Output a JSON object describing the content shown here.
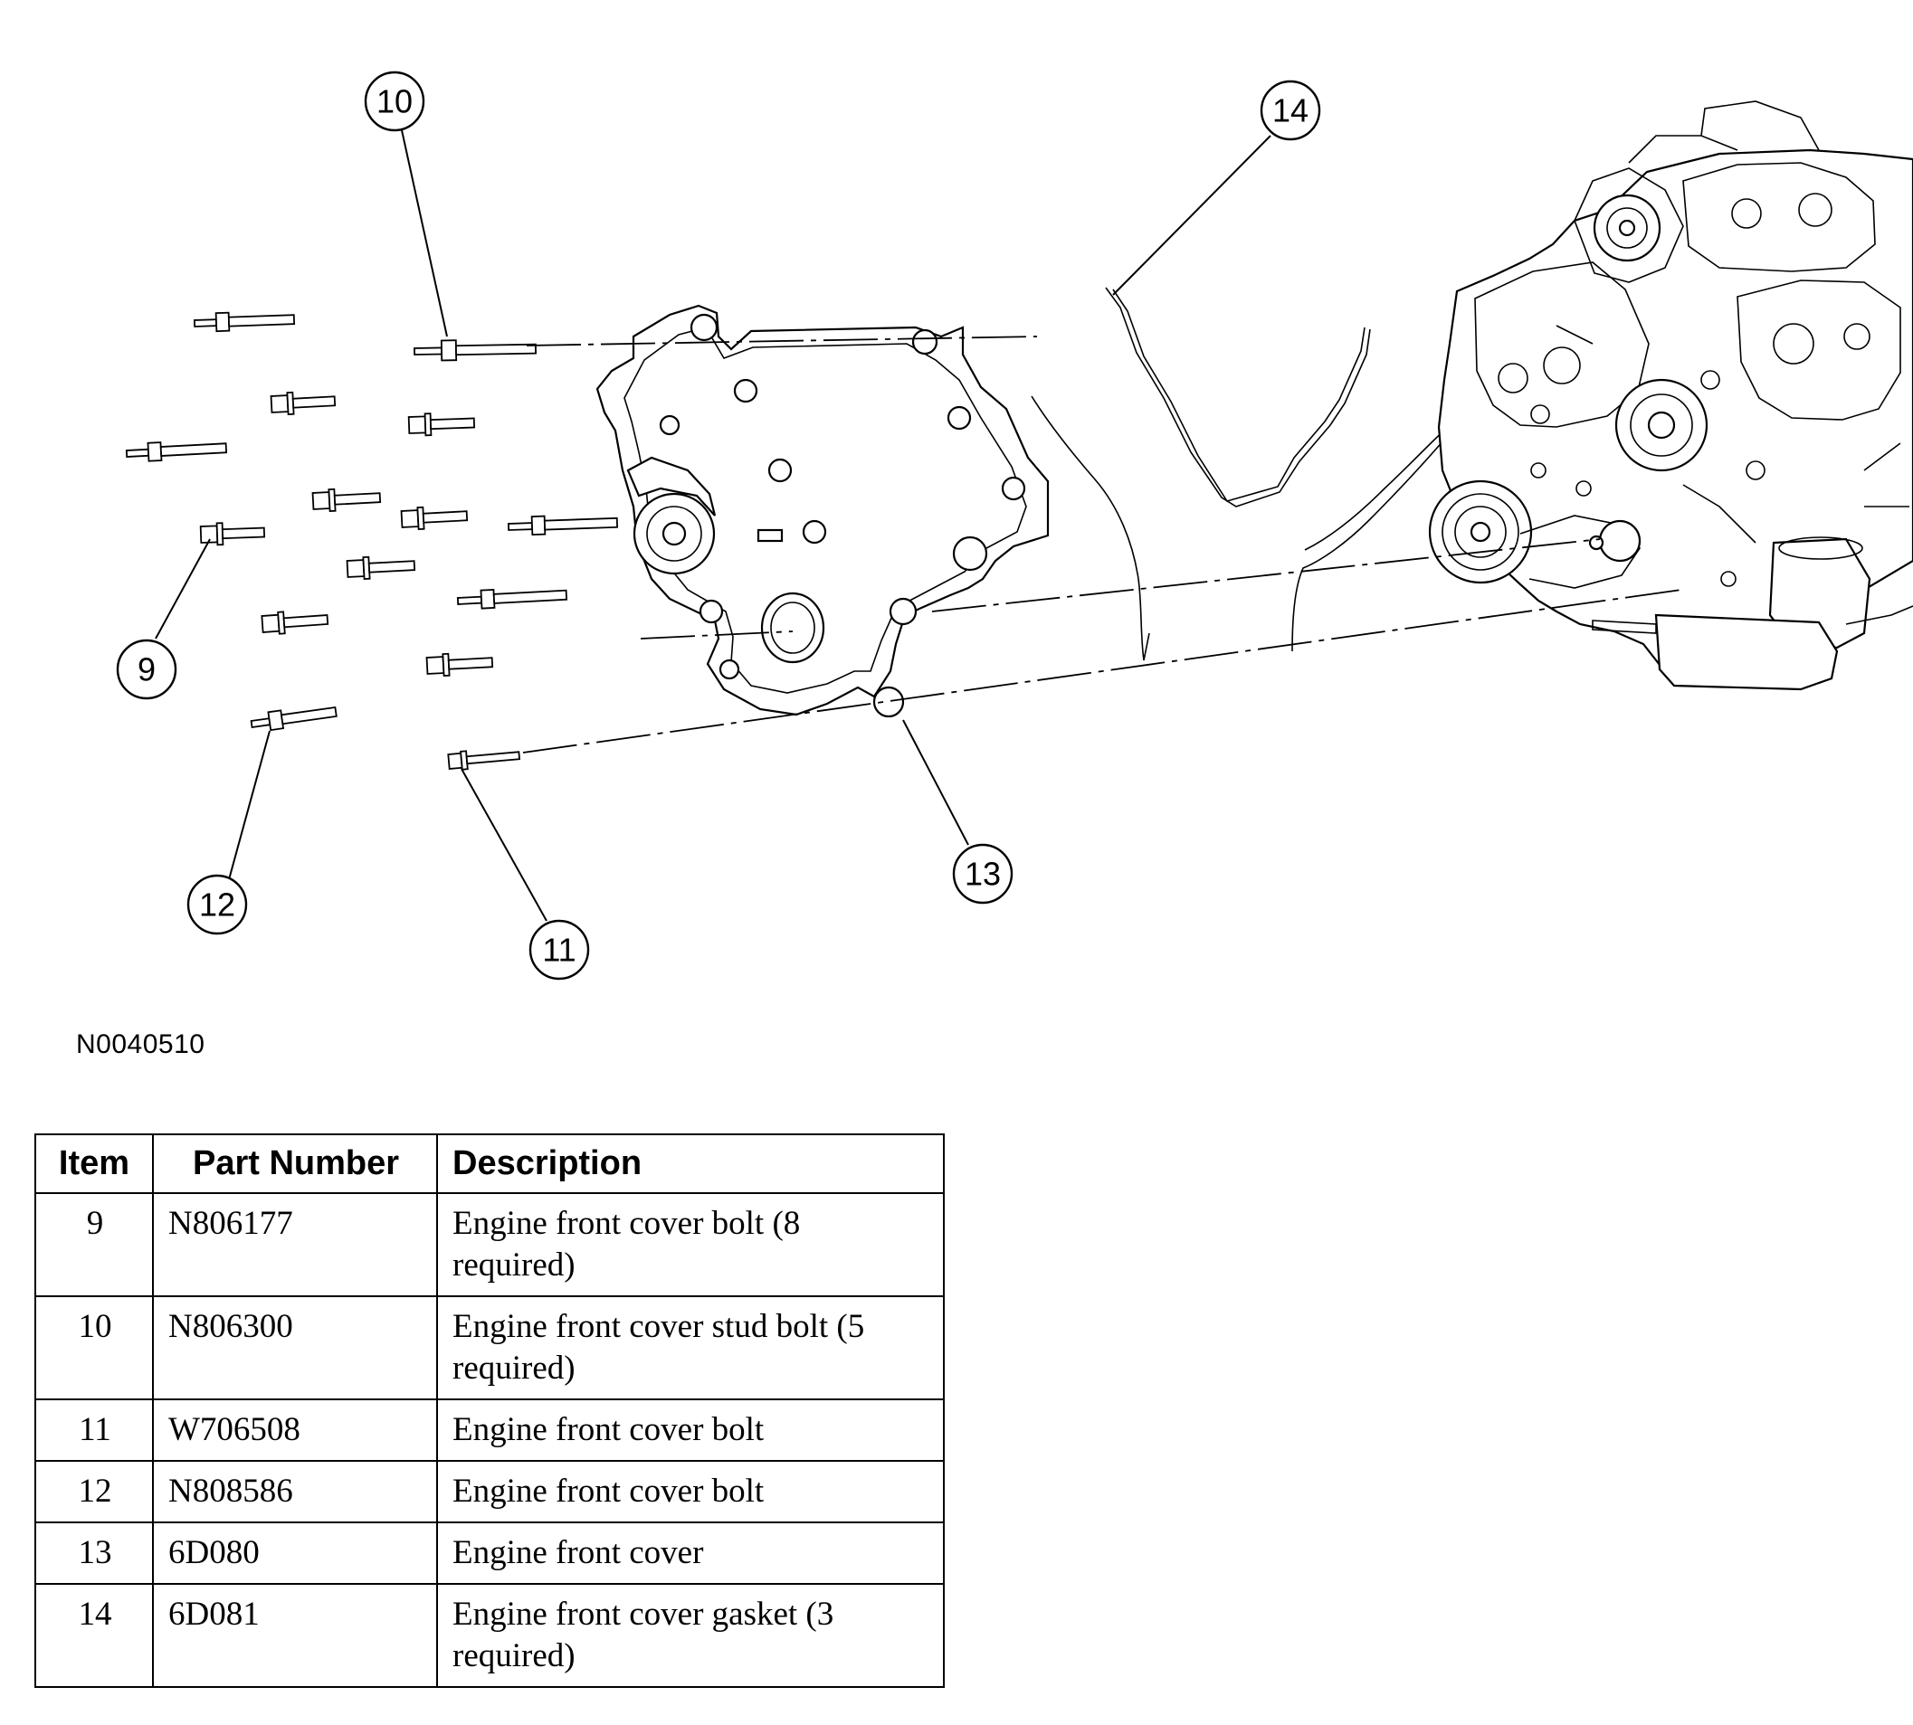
{
  "figure_id": "N0040510",
  "callouts": [
    {
      "id": "c9",
      "label": "9"
    },
    {
      "id": "c10",
      "label": "10"
    },
    {
      "id": "c11",
      "label": "11"
    },
    {
      "id": "c12",
      "label": "12"
    },
    {
      "id": "c13",
      "label": "13"
    },
    {
      "id": "c14",
      "label": "14"
    }
  ],
  "table": {
    "headers": {
      "item": "Item",
      "part_number": "Part Number",
      "description": "Description"
    },
    "rows": [
      {
        "item": "9",
        "part_number": "N806177",
        "description": "Engine front cover bolt (8 required)"
      },
      {
        "item": "10",
        "part_number": "N806300",
        "description": "Engine front cover stud bolt (5 required)"
      },
      {
        "item": "11",
        "part_number": "W706508",
        "description": "Engine front cover bolt"
      },
      {
        "item": "12",
        "part_number": "N808586",
        "description": "Engine front cover bolt"
      },
      {
        "item": "13",
        "part_number": "6D080",
        "description": "Engine front cover"
      },
      {
        "item": "14",
        "part_number": "6D081",
        "description": "Engine front cover gasket (3 required)"
      }
    ]
  }
}
